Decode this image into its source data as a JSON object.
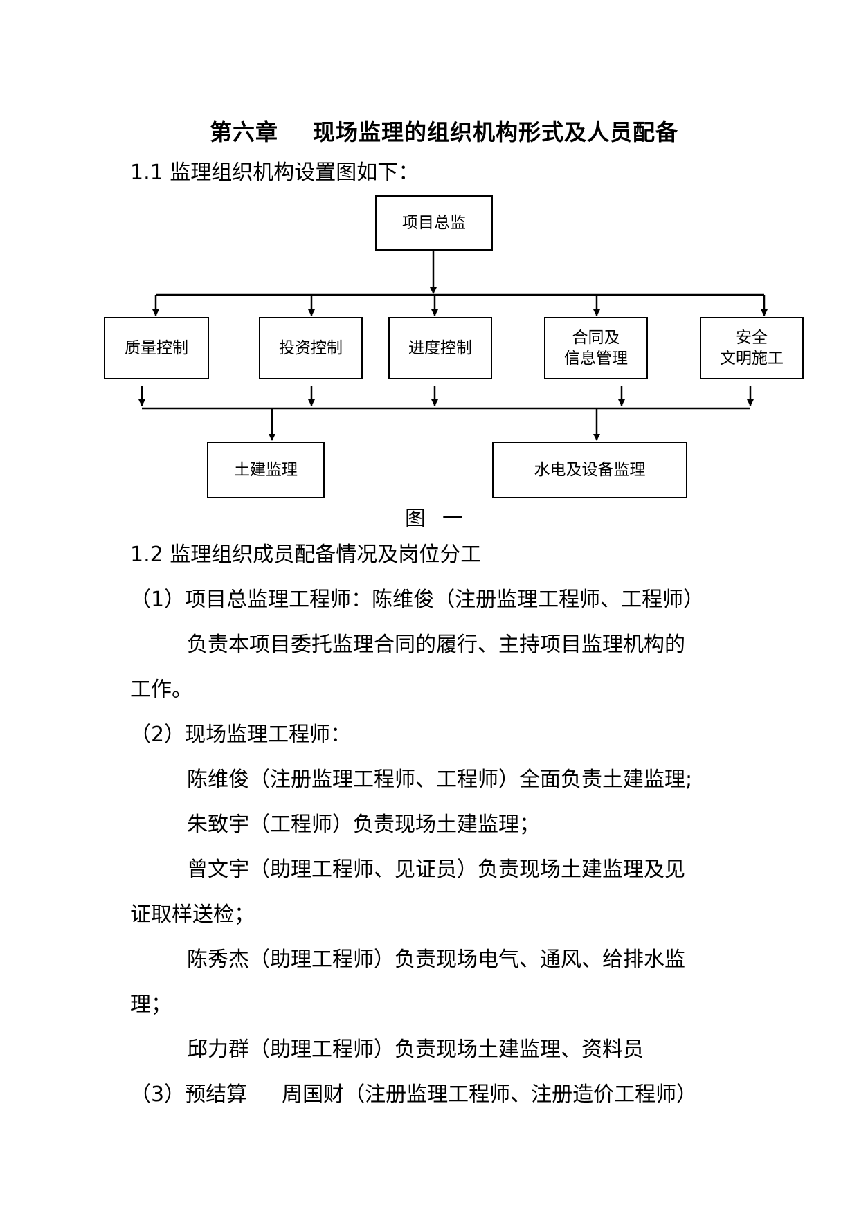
{
  "title": {
    "chapter": "第六章",
    "text": "现场监理的组织机构形式及人员配备"
  },
  "section1": {
    "heading": "1.1  监理组织机构设置图如下："
  },
  "org_chart": {
    "top": "项目总监",
    "middle": [
      {
        "lines": [
          "质量控制"
        ]
      },
      {
        "lines": [
          "投资控制"
        ]
      },
      {
        "lines": [
          "进度控制"
        ]
      },
      {
        "lines": [
          "合同及",
          "信息管理"
        ]
      },
      {
        "lines": [
          "安全",
          "文明施工"
        ]
      }
    ],
    "bottom": [
      {
        "lines": [
          "土建监理"
        ]
      },
      {
        "lines": [
          "水电及设备监理"
        ]
      }
    ],
    "caption": {
      "a": "图",
      "b": "一"
    }
  },
  "section2": {
    "heading": "1.2  监理组织成员配备情况及岗位分工",
    "p1_line1": "（1）项目总监理工程师：陈维俊（注册监理工程师、工程师）",
    "p1_line2": "负责本项目委托监理合同的履行、主持项目监理机构的",
    "p1_line3": "工作。",
    "p2_heading": "（2）现场监理工程师：",
    "p2_l1": "陈维俊（注册监理工程师、工程师）全面负责土建监理;",
    "p2_l2": "朱致宇（工程师）负责现场土建监理；",
    "p2_l3a": "曾文宇（助理工程师、见证员）负责现场土建监理及见",
    "p2_l3b": "证取样送检；",
    "p2_l4a": "陈秀杰（助理工程师）负责现场电气、通风、给排水监",
    "p2_l4b": "理；",
    "p2_l5": "邱力群（助理工程师）负责现场土建监理、资料员",
    "p3_heading": "（3）预结算",
    "p3_rest": "周国财（注册监理工程师、注册造价工程师）"
  }
}
